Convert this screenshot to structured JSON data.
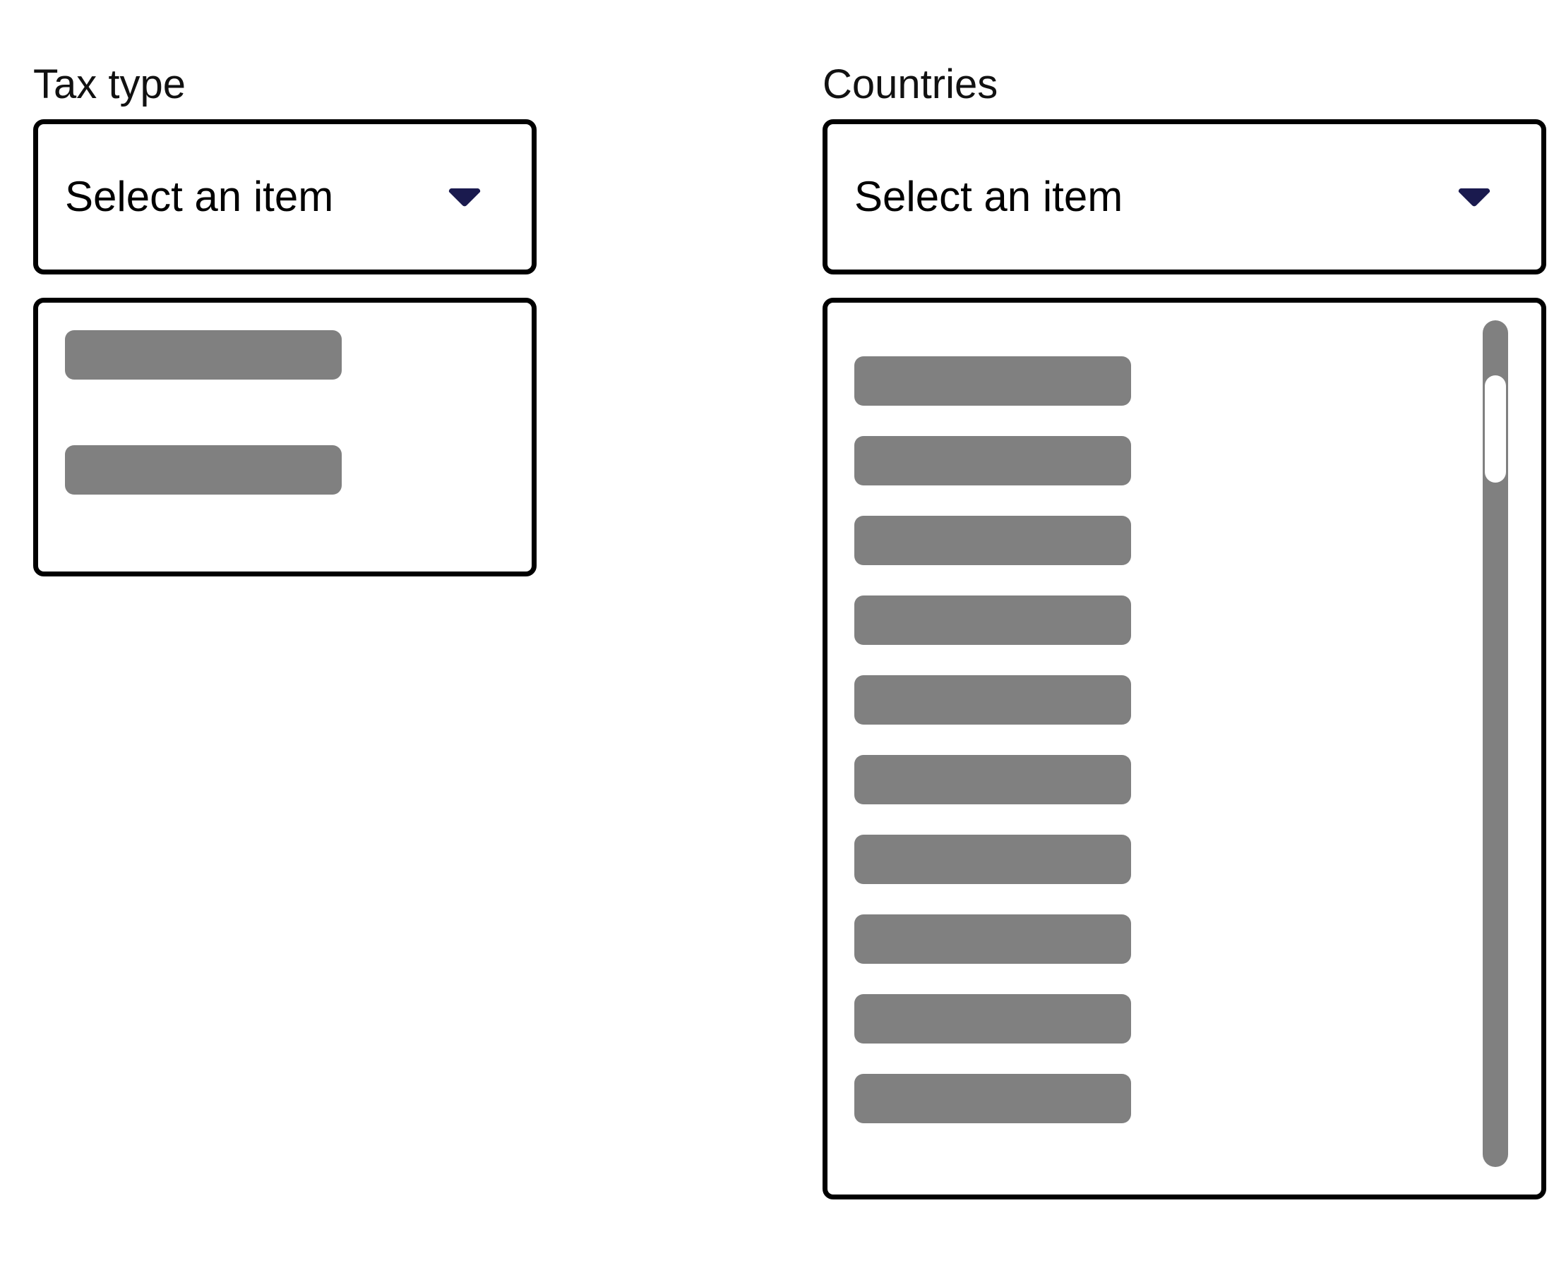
{
  "theme": {
    "page_background": "#ffffff",
    "border_color": "#000000",
    "text_color": "#000000",
    "caret_color": "#1a1a4e",
    "skeleton_color": "#808080",
    "scrollbar_track_color": "#808080",
    "scrollbar_thumb_color": "#ffffff"
  },
  "tax_type": {
    "label": "Tax type",
    "select": {
      "value": "Select an item",
      "caret_icon": "chevron-down-icon"
    },
    "listbox": {
      "loading": true,
      "item_count": 2,
      "items": [
        {
          "placeholder": true
        },
        {
          "placeholder": true
        }
      ]
    }
  },
  "countries": {
    "label": "Countries",
    "select": {
      "value": "Select an item",
      "caret_icon": "chevron-down-icon"
    },
    "listbox": {
      "loading": true,
      "item_count": 10,
      "items": [
        {
          "placeholder": true
        },
        {
          "placeholder": true
        },
        {
          "placeholder": true
        },
        {
          "placeholder": true
        },
        {
          "placeholder": true
        },
        {
          "placeholder": true
        },
        {
          "placeholder": true
        },
        {
          "placeholder": true
        },
        {
          "placeholder": true
        },
        {
          "placeholder": true
        }
      ],
      "scrollbar": {
        "visible": true,
        "thumb_position_percent": 6,
        "thumb_size_percent": 13
      }
    }
  }
}
